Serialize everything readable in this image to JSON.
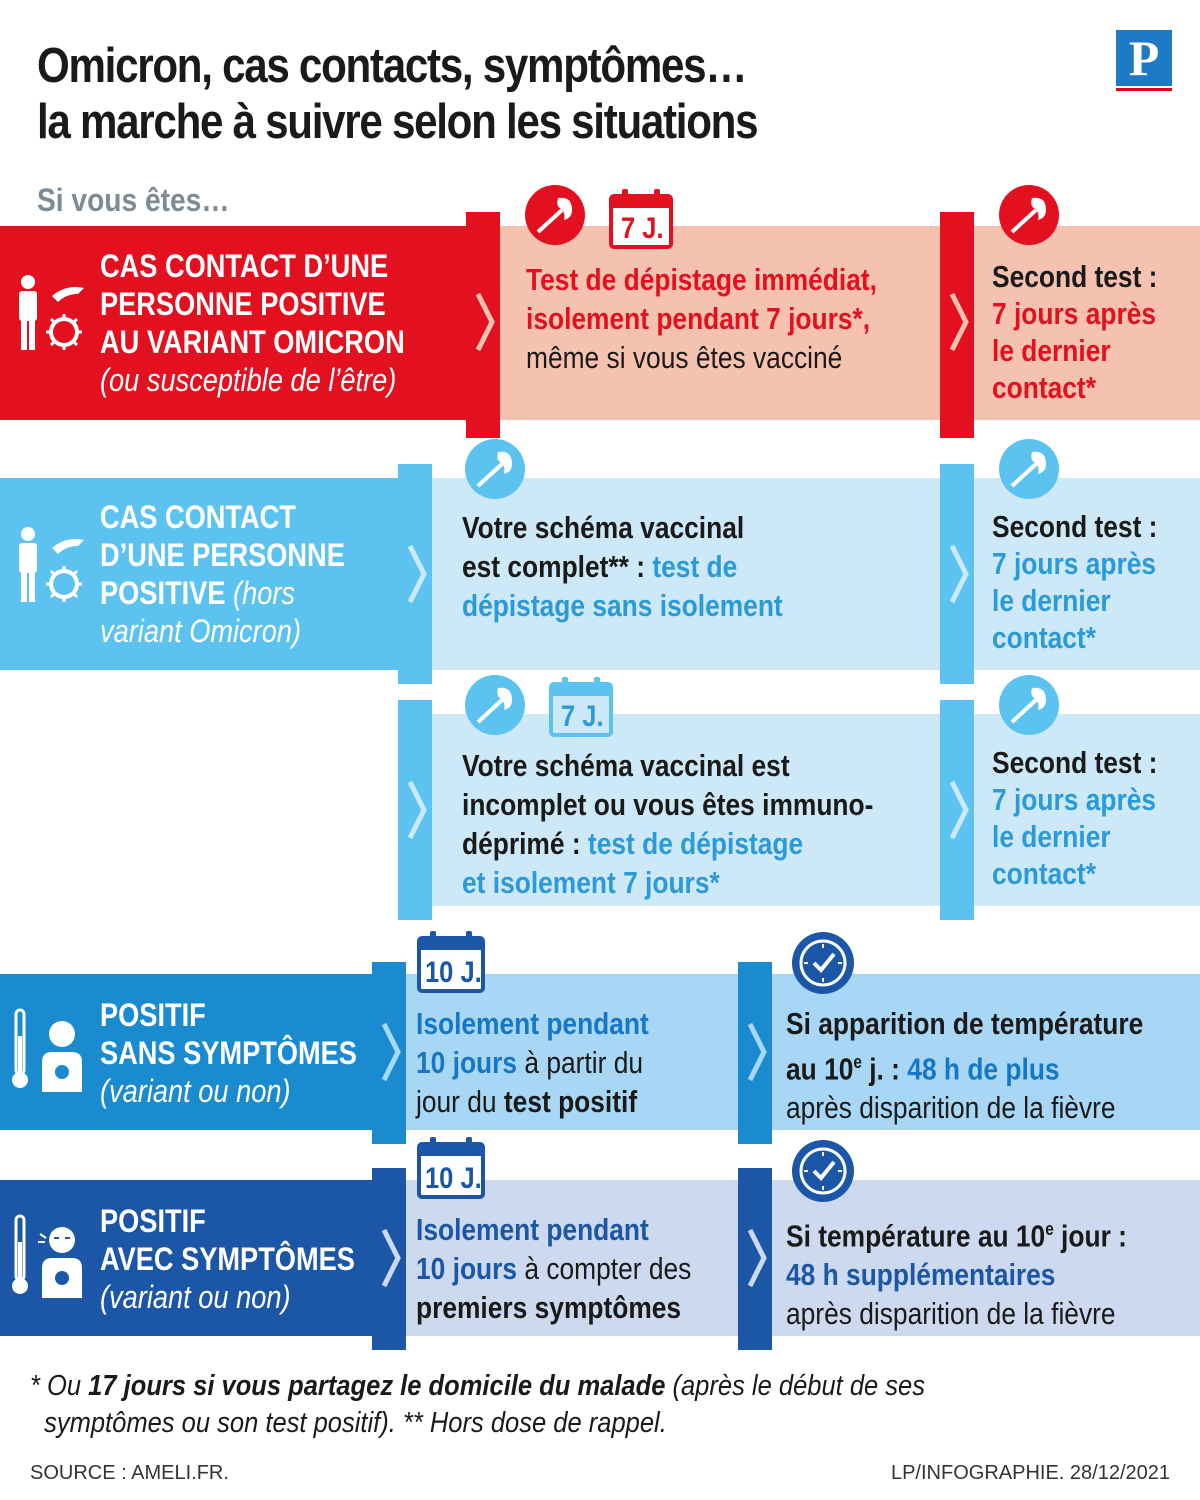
{
  "header": {
    "title_line1": "Omicron, cas contacts, symptômes…",
    "title_line2": "la marche à suivre selon les situations",
    "logo": "P",
    "intro": "Si vous êtes…"
  },
  "colors": {
    "red": "#e3101f",
    "salmon": "#f6c2b0",
    "light_blue": "#5cc3f0",
    "pale_blue": "#cde9f8",
    "mid_blue": "#1b8bd0",
    "pale_mid_blue": "#a7d7f4",
    "dark_blue": "#1b57a6",
    "pale_lavender": "#cdd9ee"
  },
  "rows": {
    "r1": {
      "left_l1": "CAS CONTACT D’UNE",
      "left_l2": "PERSONNE POSITIVE",
      "left_l3": "AU VARIANT OMICRON",
      "left_sub": "(ou susceptible de l’être)",
      "calendar": "7 J.",
      "mid_l1": "Test de dépistage immédiat,",
      "mid_l2": "isolement pendant 7 jours*,",
      "mid_l3": "même si vous êtes vacciné",
      "right_l1": "Second test :",
      "right_l2": "7 jours après",
      "right_l3": "le dernier",
      "right_l4": "contact*"
    },
    "r2": {
      "left_l1": "CAS CONTACT",
      "left_l2": "D’UNE PERSONNE",
      "left_l3a": "POSITIVE",
      "left_l3b": " (hors",
      "left_l4": "variant Omicron)",
      "mid_l1": "Votre schéma vaccinal",
      "mid_l2a": "est complet** : ",
      "mid_l2b": "test de",
      "mid_l3": "dépistage sans isolement",
      "right_l1": "Second test :",
      "right_l2": "7 jours après",
      "right_l3": "le dernier",
      "right_l4": "contact*"
    },
    "r3": {
      "calendar": "7 J.",
      "mid_l1": "Votre schéma vaccinal est",
      "mid_l2": "incomplet ou vous êtes immuno-",
      "mid_l3a": "déprimé : ",
      "mid_l3b": "test de dépistage",
      "mid_l4": "et isolement 7 jours*",
      "right_l1": "Second test :",
      "right_l2": "7 jours après",
      "right_l3": "le dernier",
      "right_l4": "contact*"
    },
    "r4": {
      "left_l1": "POSITIF",
      "left_l2": "SANS SYMPTÔMES",
      "left_sub": "(variant ou non)",
      "calendar": "10 J.",
      "mid_l1": "Isolement pendant",
      "mid_l2a": "10 jours",
      "mid_l2b": " à partir du",
      "mid_l3a": "jour du ",
      "mid_l3b": "test positif",
      "right_l1": "Si apparition de température",
      "right_l2a": "au 10",
      "right_l2sup": "e",
      "right_l2b": " j. : ",
      "right_l2c": "48 h de plus",
      "right_l3": "après disparition de la fièvre"
    },
    "r5": {
      "left_l1": "POSITIF",
      "left_l2": "AVEC SYMPTÔMES",
      "left_sub": "(variant ou non)",
      "calendar": "10 J.",
      "mid_l1": "Isolement pendant",
      "mid_l2a": "10 jours",
      "mid_l2b": " à compter des",
      "mid_l3": "premiers symptômes",
      "right_l1a": "Si température au 10",
      "right_l1sup": "e",
      "right_l1b": " jour :",
      "right_l2": "48 h supplémentaires",
      "right_l3": "après disparition de la fièvre"
    }
  },
  "footnote": {
    "l1a": "* Ou ",
    "l1b": "17 jours si vous partagez le domicile du malade",
    "l1c": " (après le début de ses",
    "l2": "symptômes ou son test positif).   ** Hors dose de rappel."
  },
  "source": "SOURCE : AMELI.FR.",
  "credit": "LP/INFOGRAPHIE.  28/12/2021"
}
